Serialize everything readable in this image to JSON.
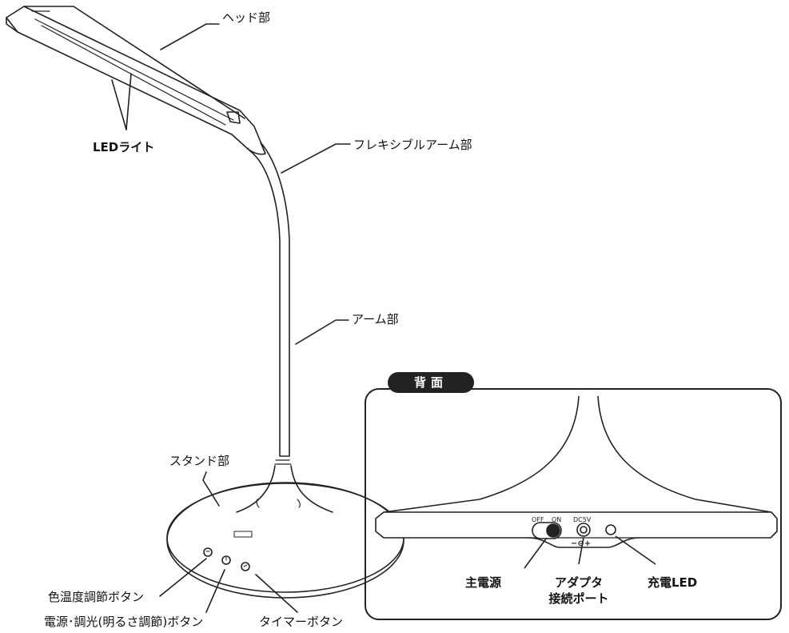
{
  "labels": {
    "head": "ヘッド部",
    "led_light": "LEDライト",
    "flexible_arm": "フレキシブルアーム部",
    "arm": "アーム部",
    "stand": "スタンド部",
    "color_temp_button": "色温度調節ボタン",
    "power_dimmer_button": "電源･調光(明るさ調節)ボタン",
    "timer_button": "タイマーボタン"
  },
  "back_panel": {
    "title": "背面",
    "switch_off": "OFF",
    "switch_on": "ON",
    "dc_label": "DC5V",
    "polarity": "−⊖+",
    "main_power": "主電源",
    "adapter_port_line1": "アダプタ",
    "adapter_port_line2": "接続ポート",
    "charge_led": "充電LED"
  }
}
